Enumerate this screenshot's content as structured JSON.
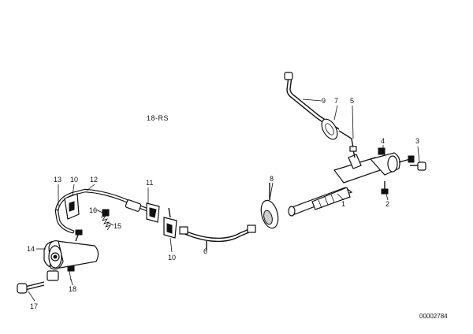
{
  "diagram": {
    "reference": "18-RS",
    "image_code": "00002784",
    "callouts": {
      "c1": "1",
      "c2": "2",
      "c3": "3",
      "c4": "4",
      "c5": "5",
      "c6": "6",
      "c7": "7",
      "c8": "8",
      "c9": "9",
      "c10a": "10",
      "c10b": "10",
      "c11": "11",
      "c12": "12",
      "c13": "13",
      "c14": "14",
      "c15": "15",
      "c16": "16",
      "c17": "17",
      "c18": "18"
    }
  }
}
